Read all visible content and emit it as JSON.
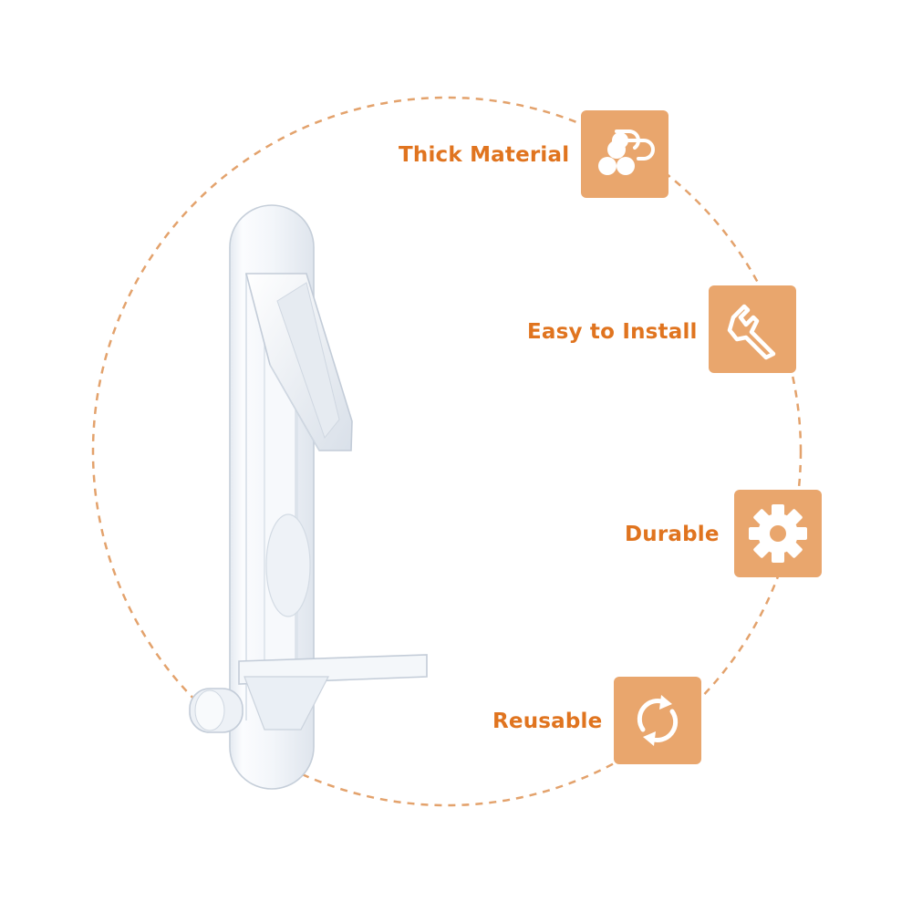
{
  "features": [
    {
      "label": "Thick Material",
      "icon": "material-rolls-icon"
    },
    {
      "label": "Easy to Install",
      "icon": "wrench-icon"
    },
    {
      "label": "Durable",
      "icon": "gear-icon"
    },
    {
      "label": "Reusable",
      "icon": "refresh-icon"
    }
  ],
  "colors": {
    "accent_text": "#e0741f",
    "badge_bg": "#e9a66d",
    "ring": "#e3a26c"
  }
}
